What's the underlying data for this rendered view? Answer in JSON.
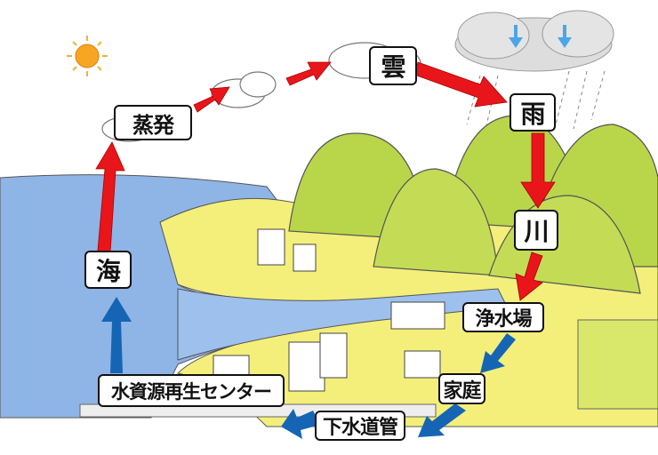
{
  "labels": {
    "evaporation": "蒸発",
    "cloud": "雲",
    "rain": "雨",
    "river": "川",
    "sea": "海",
    "water_plant": "浄水場",
    "home": "家庭",
    "sewer": "下水道管",
    "reclamation_center": "水資源再生センター"
  },
  "colors": {
    "natural_cycle_arrow": "#e8161b",
    "urban_cycle_arrow": "#1565b4",
    "sea": "#8fb4e6",
    "mountain": "#b9d64a",
    "land": "#f3ef7a"
  }
}
